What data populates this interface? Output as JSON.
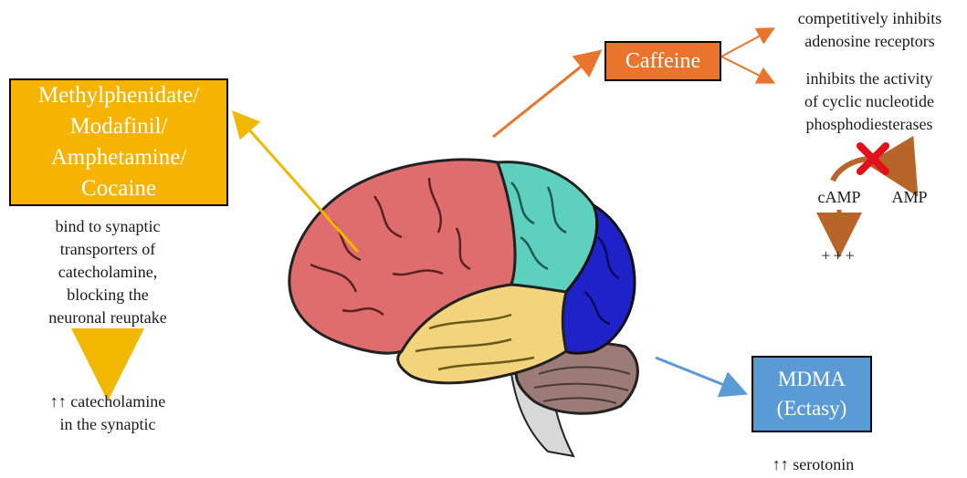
{
  "stimulant_boxes": {
    "methylphenidate": [
      "Methylphenidate/",
      "Modafinil/",
      "Amphetamine/",
      "Cocaine"
    ],
    "caffeine": "Caffeine",
    "mdma": [
      "MDMA",
      "(Ectasy)"
    ]
  },
  "methylphenidate_mechanism": {
    "lines": [
      "bind to synaptic",
      "transporters of",
      "catecholamine,",
      "blocking the",
      "neuronal reuptake"
    ],
    "effect": [
      "↑↑ catecholamine",
      "in the synaptic"
    ]
  },
  "caffeine_mechanism": {
    "adenosine": [
      "competitively inhibits",
      "adenosine receptors"
    ],
    "pde": [
      "inhibits the activity",
      "of cyclic nucleotide",
      "phosphodiesterases"
    ],
    "camp": "cAMP",
    "amp": "AMP",
    "result": "+++"
  },
  "mdma_effect": "↑↑ serotonin",
  "colors": {
    "methylphenidate": "#f6b300",
    "caffeine": "#e9742c",
    "mdma": "#5b9bd5",
    "frontal_lobe": "#e06d6d",
    "parietal_lobe": "#5ed0be",
    "occipital_lobe": "#1e22c8",
    "temporal_lobe": "#f2d57a",
    "cerebellum": "#9a7b76",
    "block_mark": "#e3101a"
  }
}
